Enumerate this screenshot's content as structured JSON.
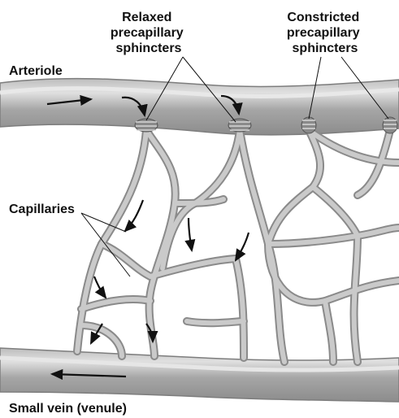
{
  "diagram": {
    "labels": {
      "relaxed": [
        "Relaxed",
        "precapillary",
        "sphincters"
      ],
      "constricted": [
        "Constricted",
        "precapillary",
        "sphincters"
      ],
      "arteriole": "Arteriole",
      "capillaries": "Capillaries",
      "venule": "Small vein (venule)"
    },
    "colors": {
      "vessel_fill": "#9c9c9c",
      "vessel_light": "#cdcdcd",
      "capillary": "#c2c2c2",
      "capillary_edge": "#8a8a8a",
      "sphincter": "#7a7a7a",
      "arrow": "#111111",
      "background": "#ffffff"
    }
  }
}
